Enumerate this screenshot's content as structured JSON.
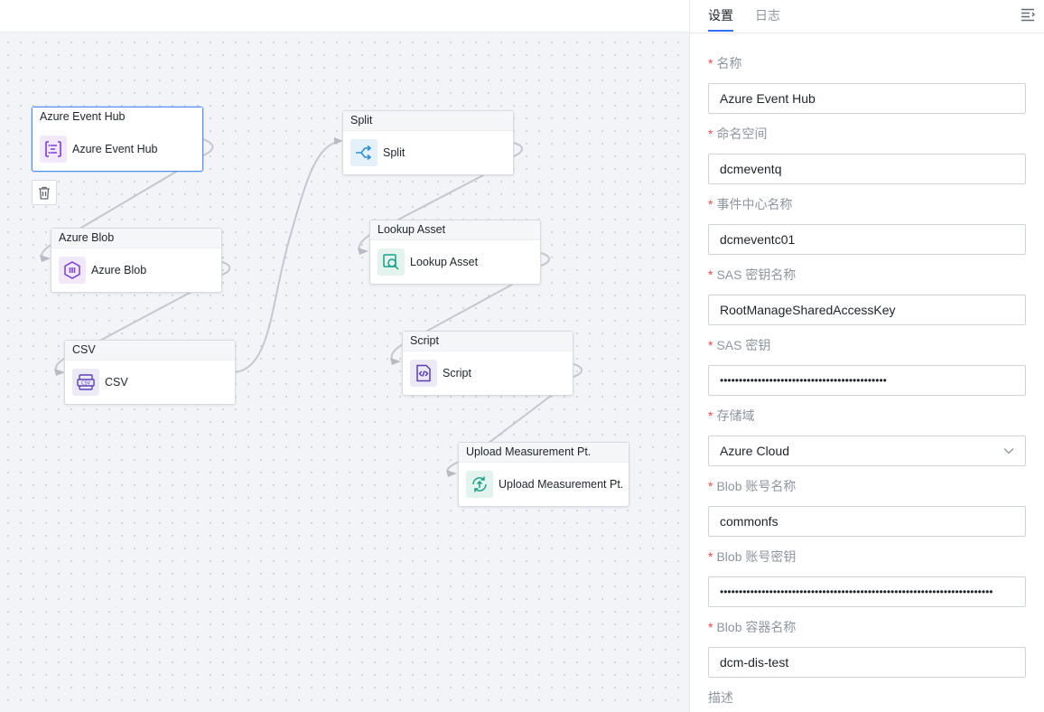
{
  "canvas": {
    "nodes": [
      {
        "id": "event-hub",
        "title": "Azure Event Hub",
        "label": "Azure Event Hub",
        "icon": "event-hub-icon",
        "selected": true
      },
      {
        "id": "blob",
        "title": "Azure Blob",
        "label": "Azure Blob",
        "icon": "blob-storage-icon"
      },
      {
        "id": "csv",
        "title": "CSV",
        "label": "CSV",
        "icon": "csv-icon"
      },
      {
        "id": "split",
        "title": "Split",
        "label": "Split",
        "icon": "split-icon"
      },
      {
        "id": "lookup",
        "title": "Lookup Asset",
        "label": "Lookup Asset",
        "icon": "lookup-asset-icon"
      },
      {
        "id": "script",
        "title": "Script",
        "label": "Script",
        "icon": "script-icon"
      },
      {
        "id": "upload",
        "title": "Upload Measurement Pt.",
        "label": "Upload Measurement Pt.",
        "icon": "upload-measurement-icon"
      }
    ]
  },
  "panel": {
    "tabs": [
      {
        "label": "设置",
        "active": true
      },
      {
        "label": "日志",
        "active": false
      }
    ],
    "required_mark": "*",
    "fields": {
      "name": {
        "label": "名称",
        "value": "Azure Event Hub"
      },
      "namespace": {
        "label": "命名空间",
        "value": "dcmeventq"
      },
      "event_hub_name": {
        "label": "事件中心名称",
        "value": "dcmeventc01"
      },
      "sas_key_name": {
        "label": "SAS 密钥名称",
        "value": "RootManageSharedAccessKey"
      },
      "sas_key": {
        "label": "SAS 密钥",
        "value": "••••••••••••••••••••••••••••••••••••••••••••"
      },
      "storage_domain": {
        "label": "存储域",
        "value": "Azure Cloud"
      },
      "blob_account_name": {
        "label": "Blob 账号名称",
        "value": "commonfs"
      },
      "blob_account_key": {
        "label": "Blob 账号密钥",
        "value": "••••••••••••••••••••••••••••••••••••••••••••••••••••••••••••••••••••••••"
      },
      "blob_container_name": {
        "label": "Blob 容器名称",
        "value": "dcm-dis-test"
      },
      "description": {
        "label": "描述"
      }
    }
  },
  "colors": {
    "accent": "#3370ff",
    "selected_node_border": "#4e8ef7",
    "required": "#f54a45",
    "purple_icon": "#7b3fd6",
    "teal_icon": "#16a085"
  }
}
